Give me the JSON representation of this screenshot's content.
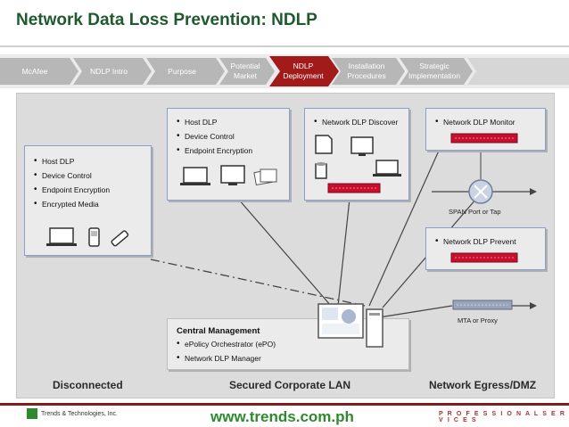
{
  "title": "Network Data Loss Prevention: NDLP",
  "tabs": [
    {
      "label": "McAfee"
    },
    {
      "label": "NDLP Intro"
    },
    {
      "label": "Purpose"
    },
    {
      "label": "Potential Market"
    },
    {
      "label": "NDLP Deployment"
    },
    {
      "label": "Installation Procedures"
    },
    {
      "label": "Strategic Implementation"
    }
  ],
  "disconnected_box": {
    "items": [
      "Host DLP",
      "Device Control",
      "Endpoint Encryption",
      "Encrypted Media"
    ]
  },
  "lan_box": {
    "items": [
      "Host DLP",
      "Device Control",
      "Endpoint Encryption"
    ]
  },
  "discover_box": {
    "title": "Network DLP Discover"
  },
  "monitor_box": {
    "title": "Network DLP Monitor"
  },
  "prevent_box": {
    "title": "Network DLP Prevent"
  },
  "span_label": "SPAN Port or Tap",
  "mta_label": "MTA or Proxy",
  "central": {
    "title": "Central Management",
    "items": [
      "ePolicy Orchestrator (ePO)",
      "Network DLP Manager"
    ]
  },
  "zones": {
    "disconnected": "Disconnected",
    "lan": "Secured Corporate LAN",
    "egress": "Network Egress/DMZ"
  },
  "footer": {
    "url": "www.trends.com.ph",
    "tagline": "P R O F E S S I O N A L   S E R V I C E S",
    "logo_text": "Trends & Technologies, Inc."
  },
  "colors": {
    "title": "#1f5a2e",
    "tab_active": "#a31a1a",
    "tab_inactive": "#b7b7b7",
    "appliance": "#c8102e",
    "footer_rule": "#7d1e1e",
    "url": "#2f8a2f"
  }
}
